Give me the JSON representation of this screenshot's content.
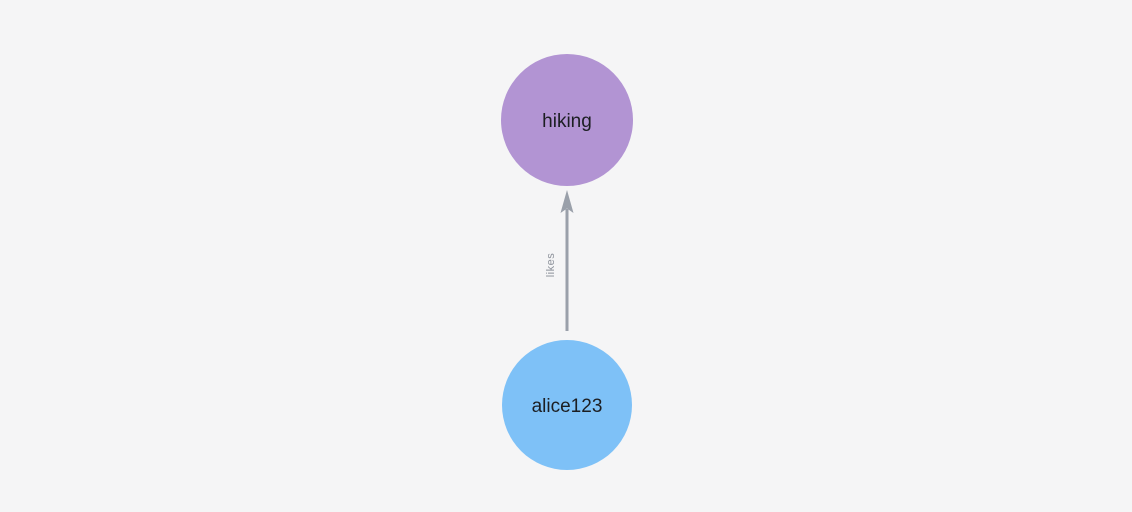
{
  "canvas": {
    "background_color": "#f5f5f6"
  },
  "graph": {
    "nodes": [
      {
        "id": "hiking",
        "label": "hiking",
        "fill_color": "#b294d3",
        "label_color": "#1c1e22"
      },
      {
        "id": "alice123",
        "label": "alice123",
        "fill_color": "#7ec1f7",
        "label_color": "#1c1e22"
      }
    ],
    "edges": [
      {
        "from": "alice123",
        "to": "hiking",
        "label": "likes",
        "stroke_color": "#9aa0aa",
        "label_color": "#8d929b"
      }
    ]
  }
}
